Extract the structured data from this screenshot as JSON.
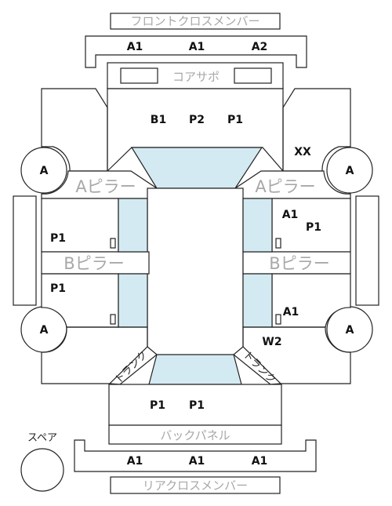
{
  "colors": {
    "line": "#222222",
    "glass": "#d4eaf2",
    "label_gray": "#a8a8a8",
    "code_text": "#111111"
  },
  "labels": {
    "front_cross_member": "フロントクロスメンバー",
    "core_support": "コアサポ",
    "a_pillar": "Aピラー",
    "b_pillar": "Bピラー",
    "back_panel": "バックパネル",
    "rear_cross_member": "リアクロスメンバー",
    "spare": "スペア",
    "trunk": "トランク"
  },
  "codes": {
    "front_cross_member": [
      "A1",
      "A1",
      "A2"
    ],
    "hood": [
      "B1",
      "P2",
      "P1"
    ],
    "right_front_fender": "XX",
    "tire_front_left": "A",
    "tire_front_right": "A",
    "tire_rear_left": "A",
    "tire_rear_right": "A",
    "left_front_door": "P1",
    "left_rear_door": "P1",
    "right_front_door": [
      "A1",
      "P1"
    ],
    "right_rear_door": "A1",
    "right_rear_fender": "W2",
    "trunk": [
      "P1",
      "P1"
    ],
    "rear_cross_member": [
      "A1",
      "A1",
      "A1"
    ]
  }
}
